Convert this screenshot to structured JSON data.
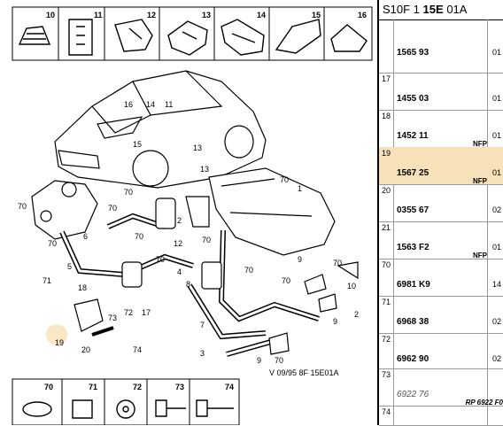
{
  "header": {
    "prefix": "S10F 1",
    "code_bold": "15E",
    "suffix": "01A"
  },
  "top_boxes": [
    "10",
    "11",
    "12",
    "13",
    "14",
    "15",
    "16"
  ],
  "bottom_boxes": [
    "70",
    "71",
    "72",
    "73",
    "74"
  ],
  "caption": "V 09/95 8F 15E01A",
  "callouts": {
    "c16": "16",
    "c14": "14",
    "c11": "11",
    "c15": "15",
    "c13a": "13",
    "c13b": "13",
    "c70a": "70",
    "c70b": "70",
    "c70c": "70",
    "c70d": "70",
    "c70e": "70",
    "c70f": "70",
    "c70g": "70",
    "c70h": "70",
    "c70i": "70",
    "c70j": "70",
    "c70k": "70",
    "c1": "1",
    "c2": "2",
    "c3": "3",
    "c4": "4",
    "c5": "5",
    "c6": "6",
    "c7": "7",
    "c8": "8",
    "c9a": "9",
    "c9b": "9",
    "c9c": "9",
    "c10": "10",
    "c12": "12",
    "c17": "17",
    "c18": "18",
    "c19": "19",
    "c20": "20",
    "c71": "71",
    "c72": "72",
    "c73": "73",
    "c74": "74"
  },
  "parts": [
    {
      "idx": "",
      "ref": "1565 93",
      "nfp": "",
      "qty": "01"
    },
    {
      "idx": "17",
      "ref": "1455 03",
      "nfp": "",
      "qty": "01"
    },
    {
      "idx": "18",
      "ref": "1452 11",
      "nfp": "NFP",
      "qty": "01"
    },
    {
      "idx": "19",
      "ref": "1567 25",
      "nfp": "NFP",
      "qty": "01"
    },
    {
      "idx": "20",
      "ref": "0355 67",
      "nfp": "",
      "qty": "02"
    },
    {
      "idx": "21",
      "ref": "1563 F2",
      "nfp": "NFP",
      "qty": "01"
    },
    {
      "idx": "70",
      "ref": "6981 K9",
      "nfp": "",
      "qty": "14"
    },
    {
      "idx": "71",
      "ref": "6968 38",
      "nfp": "",
      "qty": "02"
    },
    {
      "idx": "72",
      "ref": "6962 90",
      "nfp": "",
      "qty": "02"
    },
    {
      "idx": "73",
      "ref": "6922 76",
      "nfp": "RP 6922 F0",
      "qty": ""
    },
    {
      "idx": "74",
      "ref": "",
      "nfp": "",
      "qty": ""
    }
  ]
}
